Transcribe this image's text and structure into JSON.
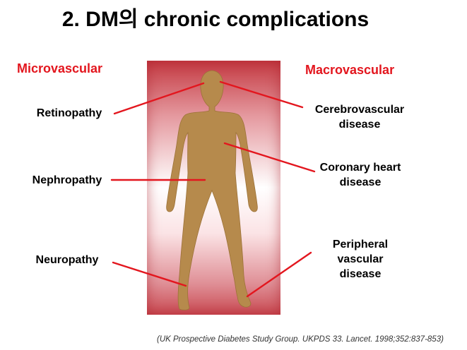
{
  "title": "2. DM의 chronic complications",
  "headers": {
    "microvascular": "Microvascular",
    "macrovascular": "Macrovascular"
  },
  "labels": {
    "retinopathy": "Retinopathy",
    "nephropathy": "Nephropathy",
    "neuropathy": "Neuropathy",
    "cerebrovascular": "Cerebrovascular disease",
    "coronary": "Coronary heart disease",
    "peripheral": "Peripheral vascular disease"
  },
  "citation": "(UK Prospective Diabetes Study Group. UKPDS 33. Lancet. 1998;352:837-853)",
  "colors": {
    "header": "#e3161e",
    "connector": "#e3161e",
    "body": "#b68a4c",
    "panel": "#c43a42"
  }
}
